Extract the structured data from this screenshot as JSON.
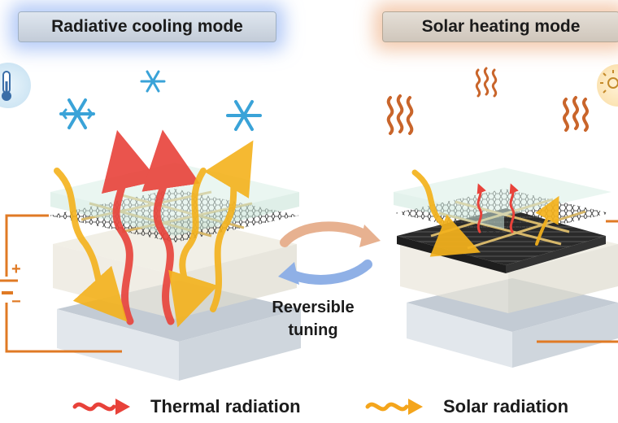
{
  "modes": {
    "cooling_title": "Radiative cooling mode",
    "heating_title": "Solar heating mode"
  },
  "switch": {
    "line1": "Reversible",
    "line2": "tuning"
  },
  "legend": {
    "thermal": "Thermal radiation",
    "solar": "Solar radiation"
  },
  "battery": {
    "plus": "+",
    "minus": "−"
  },
  "colors": {
    "thermal": "#e8423a",
    "solar": "#f4b21c",
    "wire": "#e07a24",
    "snowflake": "#3aa3d8",
    "heat_wave": "#c9652b",
    "graphene": "#2b2b2b",
    "absorber": "#262626"
  },
  "icons": [
    "snowflake-icon",
    "heat-wave-icon",
    "thermometer-icon",
    "sun-icon",
    "battery-icon"
  ]
}
